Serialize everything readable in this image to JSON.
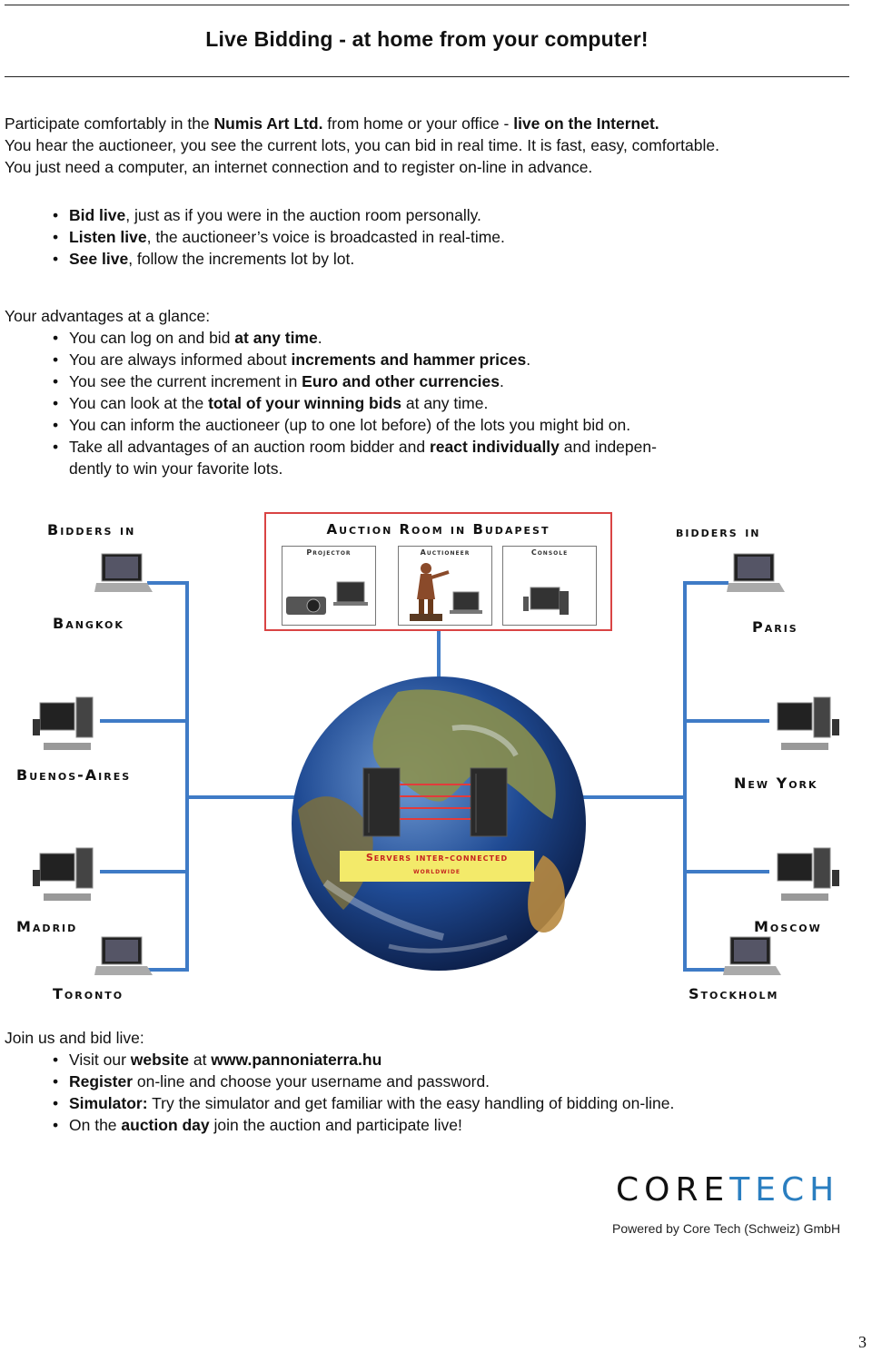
{
  "header": {
    "title": "Live Bidding - at home from your computer!"
  },
  "intro": {
    "line1": {
      "a": "Participate comfortably in the ",
      "b": "Numis Art Ltd.",
      "c": " from home or your office - ",
      "d": "live on the Internet."
    },
    "line2": "You hear the auctioneer, you see the current lots, you can bid in real time. It is fast, easy, comfortable.",
    "line3": "You just need a computer, an internet connection and to register on-line in advance."
  },
  "live_bullets": [
    {
      "bold": "Bid live",
      "rest": ", just as if you were in the auction room personally."
    },
    {
      "bold": "Listen live",
      "rest": ", the auctioneer’s voice is broadcasted in real-time."
    },
    {
      "bold": "See live",
      "rest": ", follow the increments lot by lot."
    }
  ],
  "advantages": {
    "heading": "Your advantages at a glance:",
    "items": [
      {
        "a": "You can log on and bid ",
        "b": "at any time",
        "c": "."
      },
      {
        "a": "You are always informed about ",
        "b": "increments and hammer prices",
        "c": "."
      },
      {
        "a": "You see the current increment in ",
        "b": "Euro and other currencies",
        "c": "."
      },
      {
        "a": "You can look at the ",
        "b": "total of your winning bids",
        "c": " at any time."
      },
      {
        "a": "You can inform the auctioneer (up to one lot before) of the lots you might bid on.",
        "b": "",
        "c": ""
      },
      {
        "a": "Take all advantages of an auction room bidder and ",
        "b": "react individually",
        "c": " and indepen-"
      }
    ],
    "continuation": "dently to win your favorite lots."
  },
  "diagram": {
    "bidders_in_left": "Bidders in",
    "bidders_in_right": "bidders in",
    "room_title": "Auction Room in Budapest",
    "panels": [
      "Projector",
      "Auctioneer",
      "Console"
    ],
    "cities_left": [
      "Bangkok",
      "Buenos-Aires",
      "Madrid",
      "Toronto"
    ],
    "cities_right": [
      "Paris",
      "New York",
      "Moscow",
      "Stockholm"
    ],
    "servers_line1": "Servers inter-connected",
    "servers_line2": "worldwide",
    "colors": {
      "wire": "#3f7bc6",
      "room_border": "#d94444",
      "servers_bg": "#f3ea6a"
    }
  },
  "join": {
    "heading": "Join us and bid live:",
    "items": [
      {
        "a": "Visit our ",
        "b": "website",
        "c": " at ",
        "d": "www.pannoniaterra.hu",
        "e": ""
      },
      {
        "a": "",
        "b": "Register",
        "c": " on-line and choose your username and password.",
        "d": "",
        "e": ""
      },
      {
        "a": "",
        "b": "Simulator:",
        "c": " Try the simulator and get familiar with the easy handling of bidding on-line.",
        "d": "",
        "e": ""
      },
      {
        "a": "On the ",
        "b": "auction day",
        "c": " join the auction and participate live!",
        "d": "",
        "e": ""
      }
    ]
  },
  "logo": {
    "text_a": "CORE",
    "text_b": "TECH",
    "powered": "Powered by Core Tech (Schweiz) GmbH"
  },
  "page_number": "3"
}
